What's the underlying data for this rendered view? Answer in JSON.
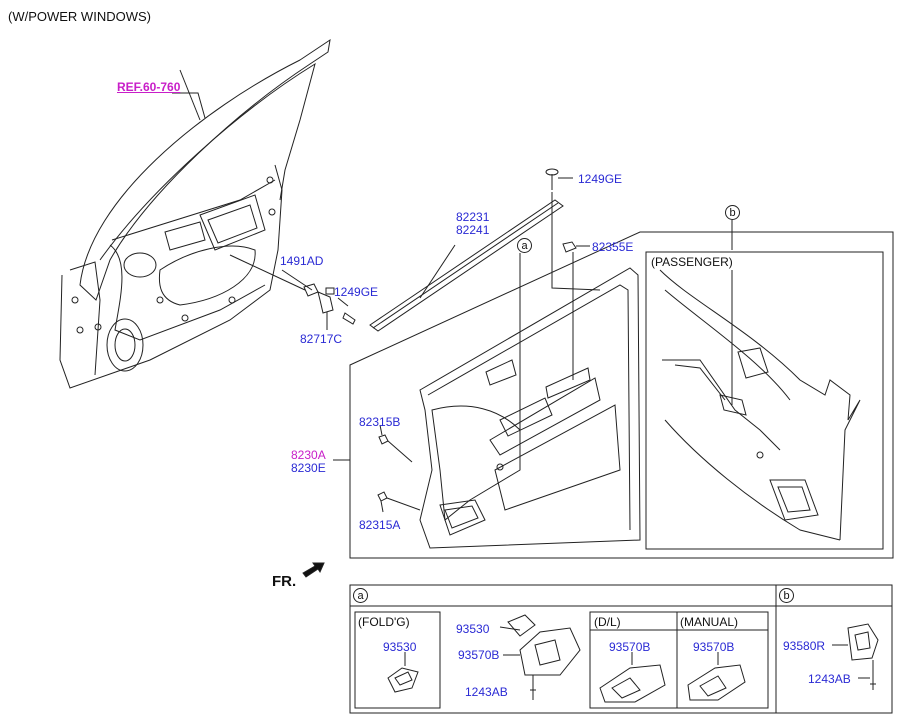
{
  "header": {
    "variant": "(W/POWER WINDOWS)"
  },
  "ref": {
    "label": "REF.60-760"
  },
  "parts": {
    "p1249ge_top": "1249GE",
    "p82231": "82231",
    "p82241": "82241",
    "p82355e": "82355E",
    "p1491ad": "1491AD",
    "p1249ge_mid": "1249GE",
    "p82717c": "82717C",
    "p82315b": "82315B",
    "p8230a": "8230A",
    "p8230e": "8230E",
    "p82315a": "82315A"
  },
  "callouts": {
    "a": "a",
    "b": "b"
  },
  "passenger_label": "(PASSENGER)",
  "front_label": "FR.",
  "table": {
    "cell_a": "a",
    "cell_b": "b",
    "folding_label": "(FOLD'G)",
    "folding_part": "93530",
    "mid_p93530": "93530",
    "mid_p93570b": "93570B",
    "mid_p1243ab": "1243AB",
    "dl_label": "(D/L)",
    "dl_part": "93570B",
    "manual_label": "(MANUAL)",
    "manual_part": "93570B",
    "b_p93580r": "93580R",
    "b_p1243ab": "1243AB"
  },
  "colors": {
    "part_number": "#2a2ad4",
    "reference": "#c81ec8",
    "line": "#222222"
  }
}
